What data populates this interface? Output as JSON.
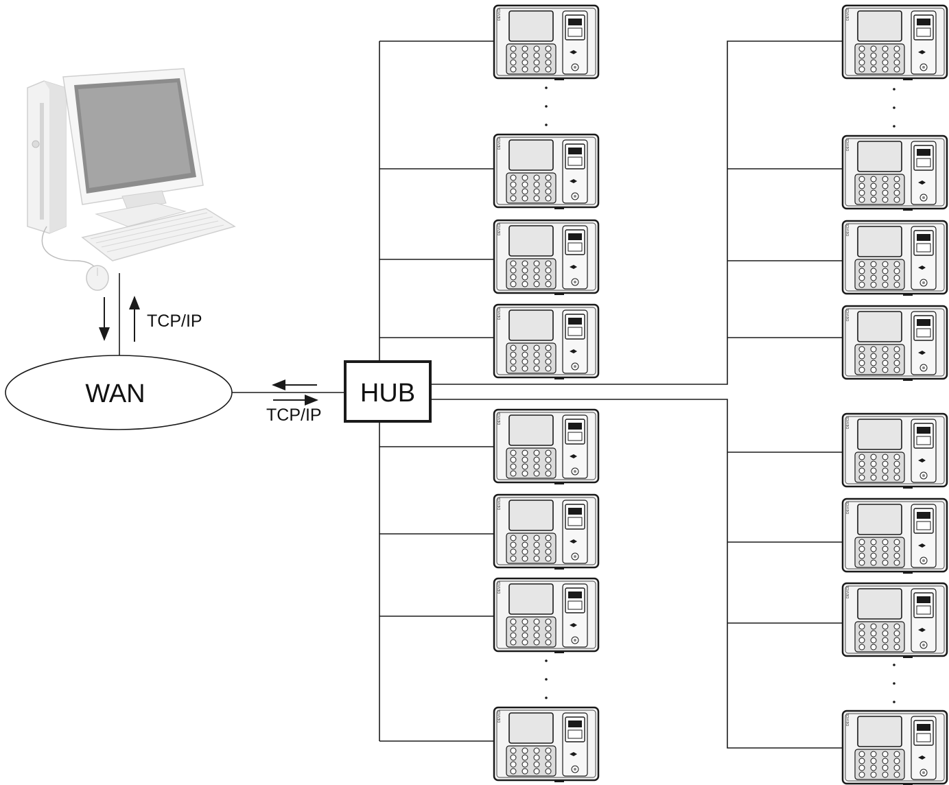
{
  "labels": {
    "wan": "WAN",
    "hub": "HUB",
    "tcp_vertical": "TCP/IP",
    "tcp_horizontal": "TCP/IP"
  },
  "colors": {
    "line": "#1a1a1a",
    "device_body": "#f4f4f4",
    "device_border": "#1a1a1a",
    "screen": "#e6e6e6",
    "computer_shell": "#eeeeee",
    "monitor_screen": "#8c8c8c"
  },
  "icons": {
    "computer": "desktop-computer-icon",
    "terminal": "fingerprint-terminal-icon"
  },
  "branches": [
    {
      "name": "upper-left",
      "devices": 4,
      "ellipsis_after_first": true
    },
    {
      "name": "lower-left",
      "devices": 4,
      "ellipsis_before_last": true
    },
    {
      "name": "upper-right",
      "devices": 4,
      "ellipsis_after_first": true
    },
    {
      "name": "lower-right",
      "devices": 4,
      "ellipsis_before_last": true
    }
  ]
}
